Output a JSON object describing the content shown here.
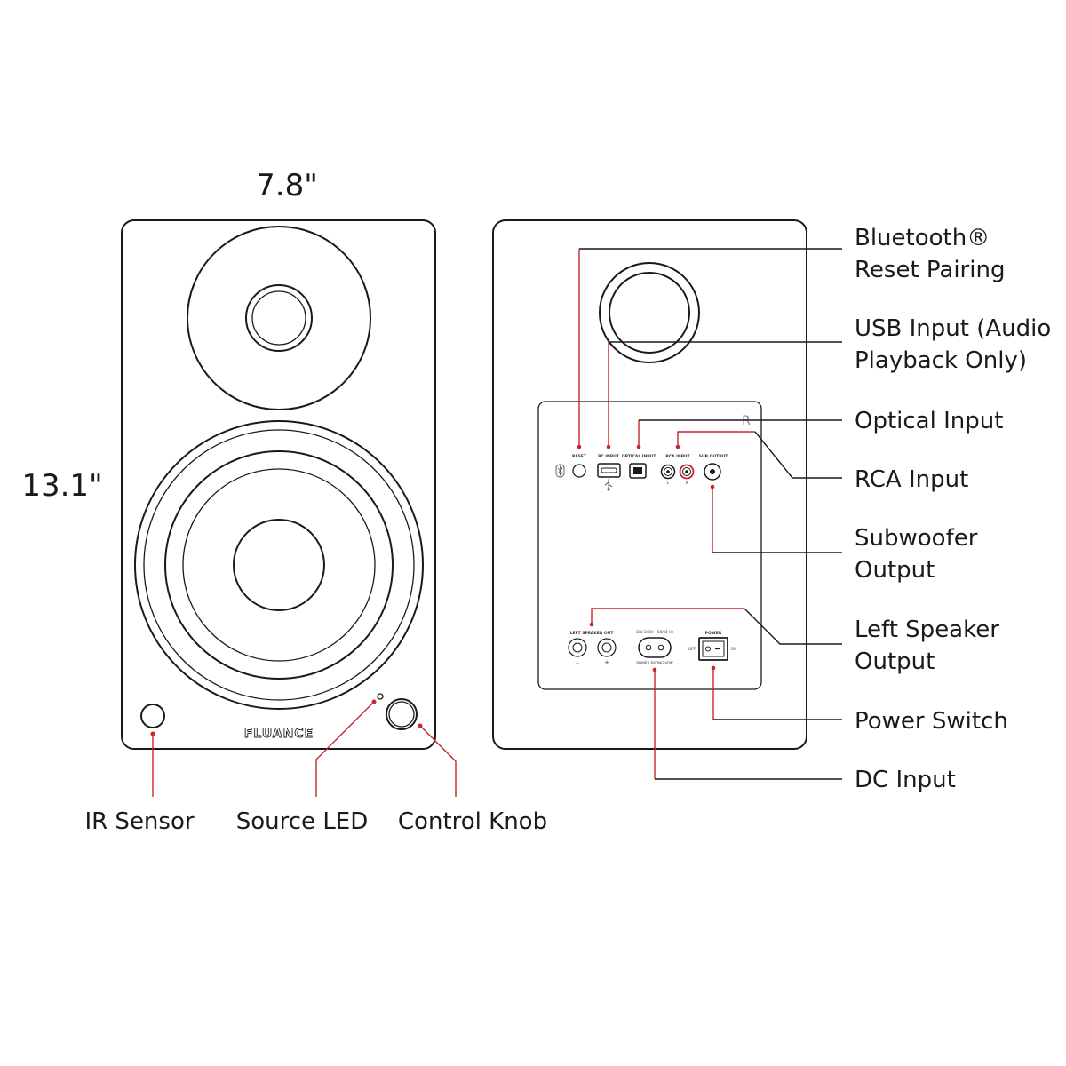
{
  "dimensions": {
    "width": "7.8\"",
    "height": "13.1\""
  },
  "front": {
    "brand": "FLUANCE",
    "callouts": {
      "ir_sensor": "IR Sensor",
      "source_led": "Source LED",
      "control_knob": "Control Knob"
    }
  },
  "rear": {
    "panel_mark": "R",
    "panel_text": {
      "reset": "RESET",
      "pc_input": "PC INPUT",
      "optical_input": "OPTICAL INPUT",
      "rca_input": "RCA INPUT",
      "rca_l": "L",
      "rca_r": "R",
      "sub_output": "SUB OUTPUT",
      "left_speaker_out": "LEFT SPEAKER OUT",
      "minus": "—",
      "plus": "+",
      "ac_rating": "100-240V~ 50/60 Hz",
      "power_rating": "POWER RATING 60W",
      "power": "POWER",
      "off": "OFF",
      "on": "ON"
    },
    "callouts": {
      "bt_reset_1": "Bluetooth®",
      "bt_reset_2": "Reset Pairing",
      "usb_1": "USB Input (Audio",
      "usb_2": "Playback Only)",
      "optical": "Optical Input",
      "rca": "RCA Input",
      "sub_1": "Subwoofer",
      "sub_2": "Output",
      "left_1": "Left Speaker",
      "left_2": "Output",
      "power_switch": "Power Switch",
      "dc_input": "DC Input"
    }
  },
  "colors": {
    "leader": "#c8262c",
    "outline": "#1a1a1a"
  }
}
